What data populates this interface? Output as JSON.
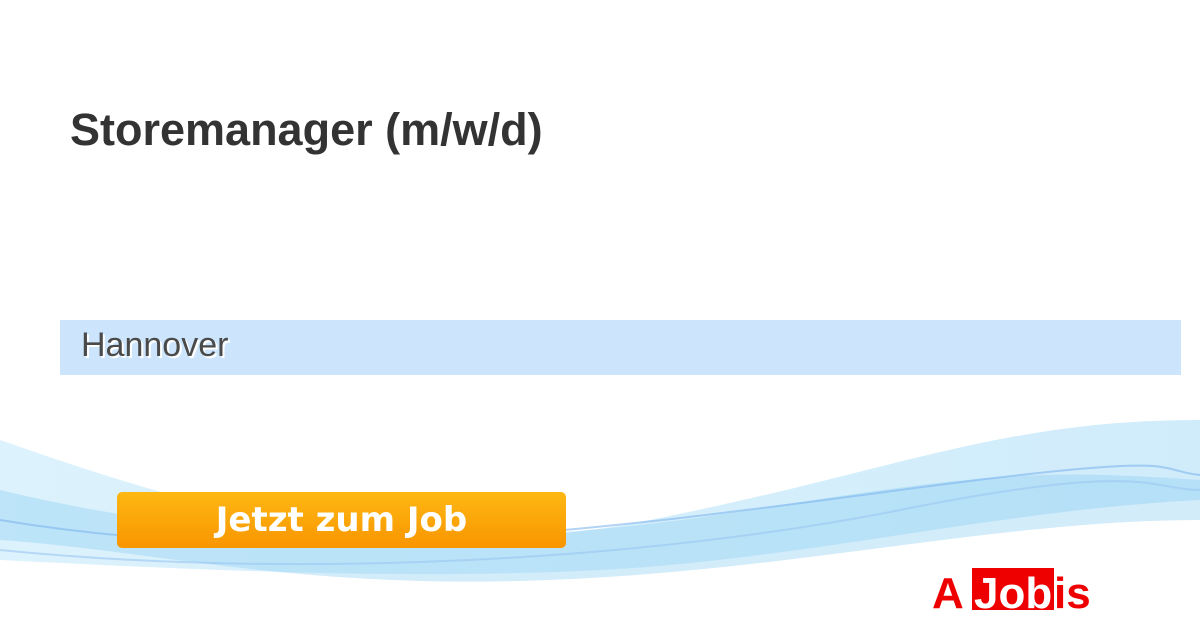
{
  "job": {
    "title": "Storemanager (m/w/d)",
    "location": "Hannover"
  },
  "cta": {
    "label": "Jetzt zum Job"
  },
  "logo": {
    "text": "AJobis",
    "color": "#ee0000"
  }
}
